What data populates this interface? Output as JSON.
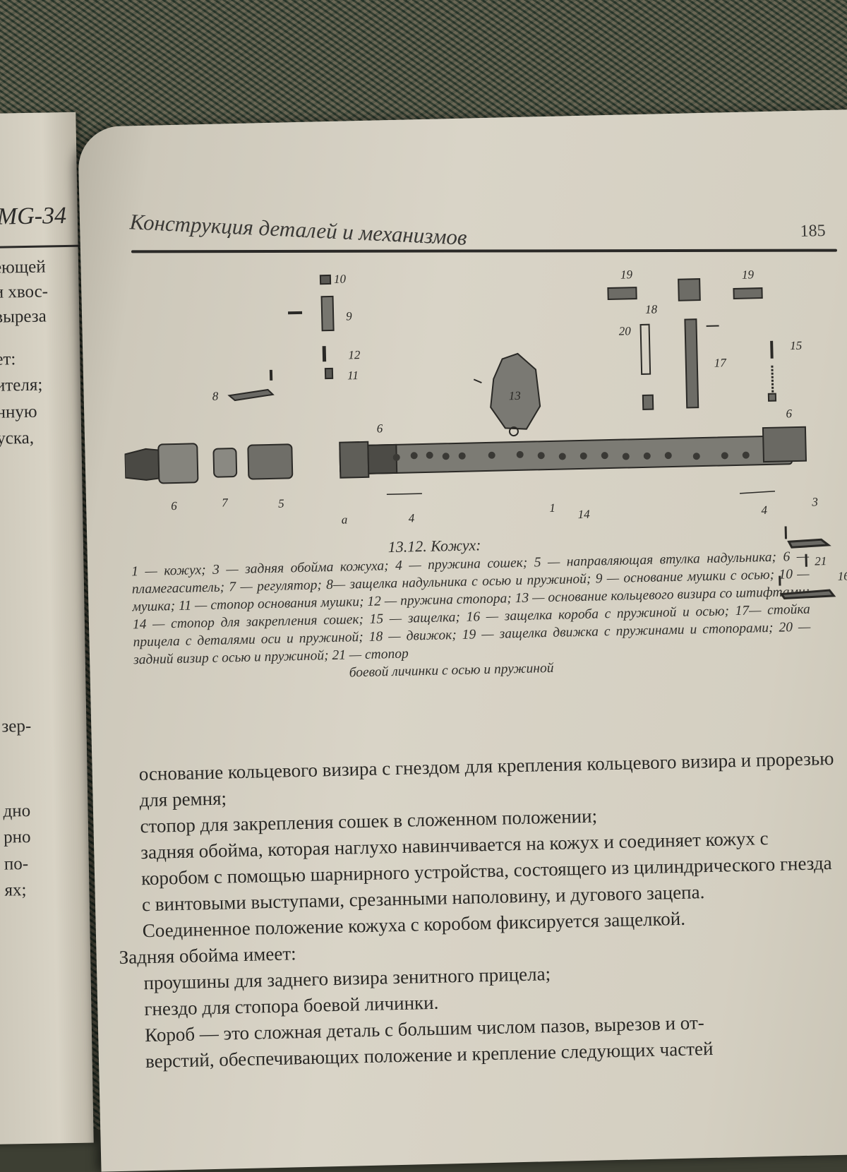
{
  "left_page": {
    "title": "MG-34",
    "lines": [
      "еющей",
      "и хвос-",
      "выреза",
      "ет:",
      "ителя;",
      "нную",
      "уска,",
      "зер-",
      "дно",
      "рно",
      "по-",
      "ях;"
    ]
  },
  "header": {
    "title": "Конструкция деталей и механизмов",
    "page_number": "185"
  },
  "figure": {
    "labels": {
      "n10": "10",
      "n9": "9",
      "n12": "12",
      "n11": "11",
      "n8": "8",
      "n13": "13",
      "n19a": "19",
      "n19b": "19",
      "n18": "18",
      "n20": "20",
      "n17": "17",
      "n15": "15",
      "n6a": "6",
      "n7": "7",
      "n5": "5",
      "n6b": "6",
      "n6c": "6",
      "na": "а",
      "n4a": "4",
      "n1": "1",
      "n14": "14",
      "n4b": "4",
      "n3": "3",
      "n21": "21",
      "n16": "16"
    }
  },
  "caption": {
    "title": "13.12. Кожух:",
    "body": "1 — кожух; 3 — задняя обойма кожуха; 4 — пружина сошек; 5 — направляющая втулка надульника; 6 — пламегаситель; 7 — регулятор; 8— защелка надульника с осью и пружиной; 9 — основание мушки с осью; 10 — мушка; 11 — стопор основания мушки; 12 — пружина стопора; 13 — основание кольцевого визира со штифтами; 14 — стопор для закрепления сошек; 15 — защелка; 16 — защелка короба с пружиной и осью; 17— стойка прицела с деталями оси и пружиной; 18 — движок; 19 — защелка движка с пружинами и стопорами; 20 — задний визир с осью и пружиной; 21 — стопор",
    "last": "боевой личинки с осью и пружиной"
  },
  "body": {
    "p1": "основание кольцевого визира с гнездом для крепления кольцевого визира и прорезью для ремня;",
    "p2": "стопор для закрепления сошек в сложенном положении;",
    "p3": "задняя обойма, которая наглухо навинчивается на кожух и соединяет кожух с коробом с помощью шарнирного устройства, состоящего из цилиндрического гнезда с винтовыми выступами, срезанными наполовину, и дугового зацепа.",
    "p4": "Соединенное положение кожуха с коробом фиксируется защелкой.",
    "p5": "Задняя обойма имеет:",
    "p6": "проушины для заднего визира зенитного прицела;",
    "p7": "гнездо для стопора боевой личинки.",
    "p8": "Короб — это сложная деталь с большим числом пазов, вырезов и от-",
    "p9": "верстий, обеспечивающих положение и крепление следующих частей"
  }
}
